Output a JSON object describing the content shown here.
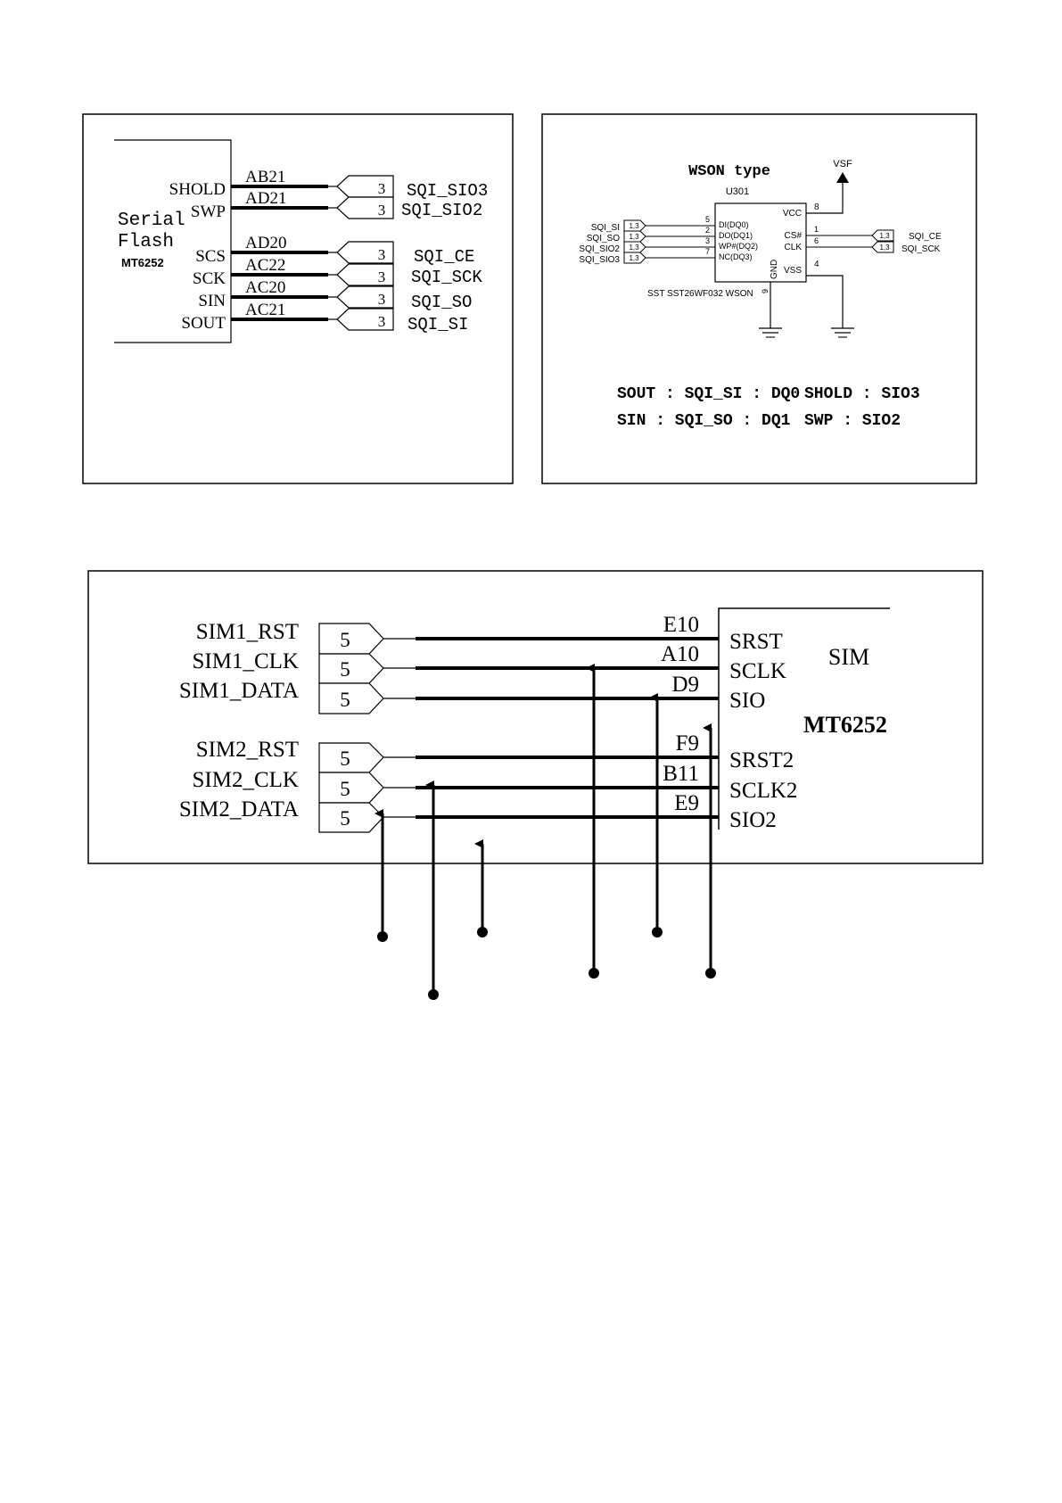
{
  "flash_panel": {
    "block_label_line1": "Serial",
    "block_label_line2": "Flash",
    "chip": "MT6252",
    "signals": [
      {
        "pin": "SHOLD",
        "ball": "AB21",
        "port": "3",
        "net": "SQI_SIO3"
      },
      {
        "pin": "SWP",
        "ball": "AD21",
        "port": "3",
        "net": "SQI_SIO2"
      },
      {
        "pin": "SCS",
        "ball": "AD20",
        "port": "3",
        "net": "SQI_CE"
      },
      {
        "pin": "SCK",
        "ball": "AC22",
        "port": "3",
        "net": "SQI_SCK"
      },
      {
        "pin": "SIN",
        "ball": "AC20",
        "port": "3",
        "net": "SQI_SO"
      },
      {
        "pin": "SOUT",
        "ball": "AC21",
        "port": "3",
        "net": "SQI_SI"
      }
    ]
  },
  "wson_panel": {
    "title": "WSON type",
    "ref": "U301",
    "part": "SST SST26WF032 WSON",
    "power_label": "VSF",
    "vcc": {
      "name": "VCC",
      "num": "8"
    },
    "vss": {
      "name": "VSS",
      "num": "4"
    },
    "gnd": {
      "name": "GND",
      "num": "9"
    },
    "left_pins": [
      {
        "net": "SQI_SI",
        "port": "1,3",
        "num": "5",
        "name": "DI(DQ0)"
      },
      {
        "net": "SQI_SO",
        "port": "1,3",
        "num": "2",
        "name": "DO(DQ1)"
      },
      {
        "net": "SQI_SIO2",
        "port": "1,3",
        "num": "3",
        "name": "WP#(DQ2)"
      },
      {
        "net": "SQI_SIO3",
        "port": "1,3",
        "num": "7",
        "name": "NC(DQ3)"
      }
    ],
    "right_pins": [
      {
        "name": "CS#",
        "num": "1",
        "port": "1,3",
        "net": "SQI_CE"
      },
      {
        "name": "CLK",
        "num": "6",
        "port": "1,3",
        "net": "SQI_SCK"
      }
    ],
    "mapping_lines": [
      {
        "left": "SOUT : SQI_SI : DQ0",
        "right": "SHOLD : SIO3"
      },
      {
        "left": "SIN : SQI_SO : DQ1",
        "right": "SWP : SIO2"
      }
    ]
  },
  "sim_panel": {
    "block_label": "SIM",
    "chip": "MT6252",
    "signals": [
      {
        "net": "SIM1_RST",
        "port": "5",
        "ball": "E10",
        "pin": "SRST"
      },
      {
        "net": "SIM1_CLK",
        "port": "5",
        "ball": "A10",
        "pin": "SCLK"
      },
      {
        "net": "SIM1_DATA",
        "port": "5",
        "ball": "D9",
        "pin": "SIO"
      },
      {
        "net": "SIM2_RST",
        "port": "5",
        "ball": "F9",
        "pin": "SRST2"
      },
      {
        "net": "SIM2_CLK",
        "port": "5",
        "ball": "B11",
        "pin": "SCLK2"
      },
      {
        "net": "SIM2_DATA",
        "port": "5",
        "ball": "E9",
        "pin": "SIO2"
      }
    ]
  }
}
